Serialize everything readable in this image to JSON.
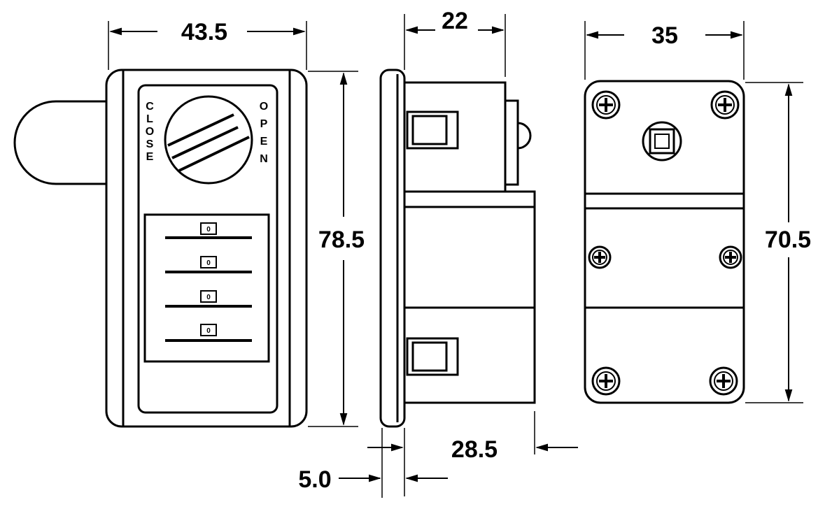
{
  "dimensions": {
    "front_width": "43.5",
    "front_height": "78.5",
    "side_top": "22",
    "side_body": "28.5",
    "side_flange": "5.0",
    "rear_width": "35",
    "rear_height": "70.5"
  },
  "labels": {
    "close": [
      "C",
      "L",
      "O",
      "S",
      "E"
    ],
    "open": [
      "O",
      "P",
      "E",
      "N"
    ]
  },
  "positions": [
    "0",
    "0",
    "0",
    "0"
  ]
}
